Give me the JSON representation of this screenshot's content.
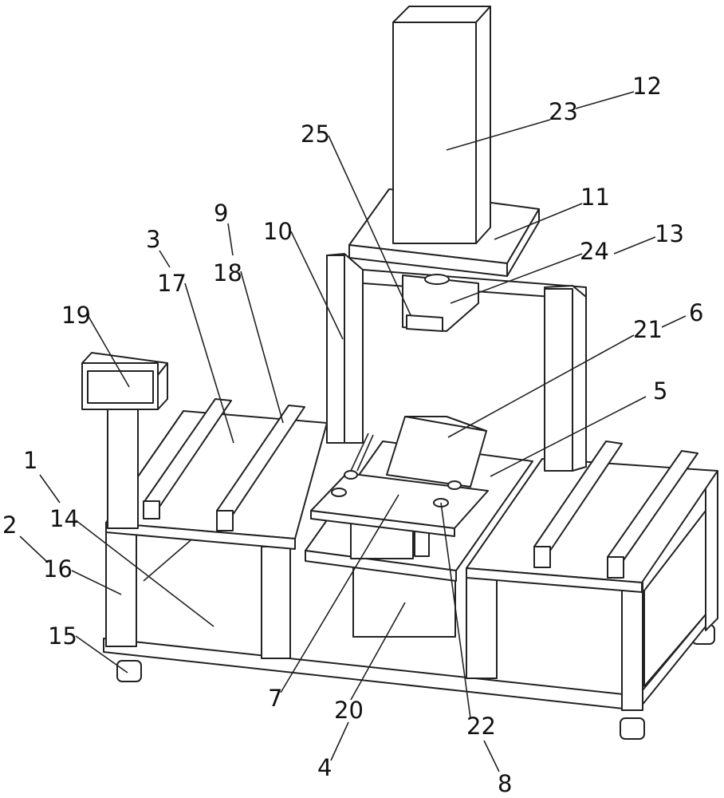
{
  "figure": {
    "labels": {
      "l1": "1",
      "l2": "2",
      "l3": "3",
      "l4": "4",
      "l5": "5",
      "l6": "6",
      "l7": "7",
      "l8": "8",
      "l9": "9",
      "l10": "10",
      "l11": "11",
      "l12": "12",
      "l13": "13",
      "l14": "14",
      "l15": "15",
      "l16": "16",
      "l17": "17",
      "l18": "18",
      "l19": "19",
      "l20": "20",
      "l21": "21",
      "l22": "22",
      "l23": "23",
      "l24": "24",
      "l25": "25"
    }
  }
}
